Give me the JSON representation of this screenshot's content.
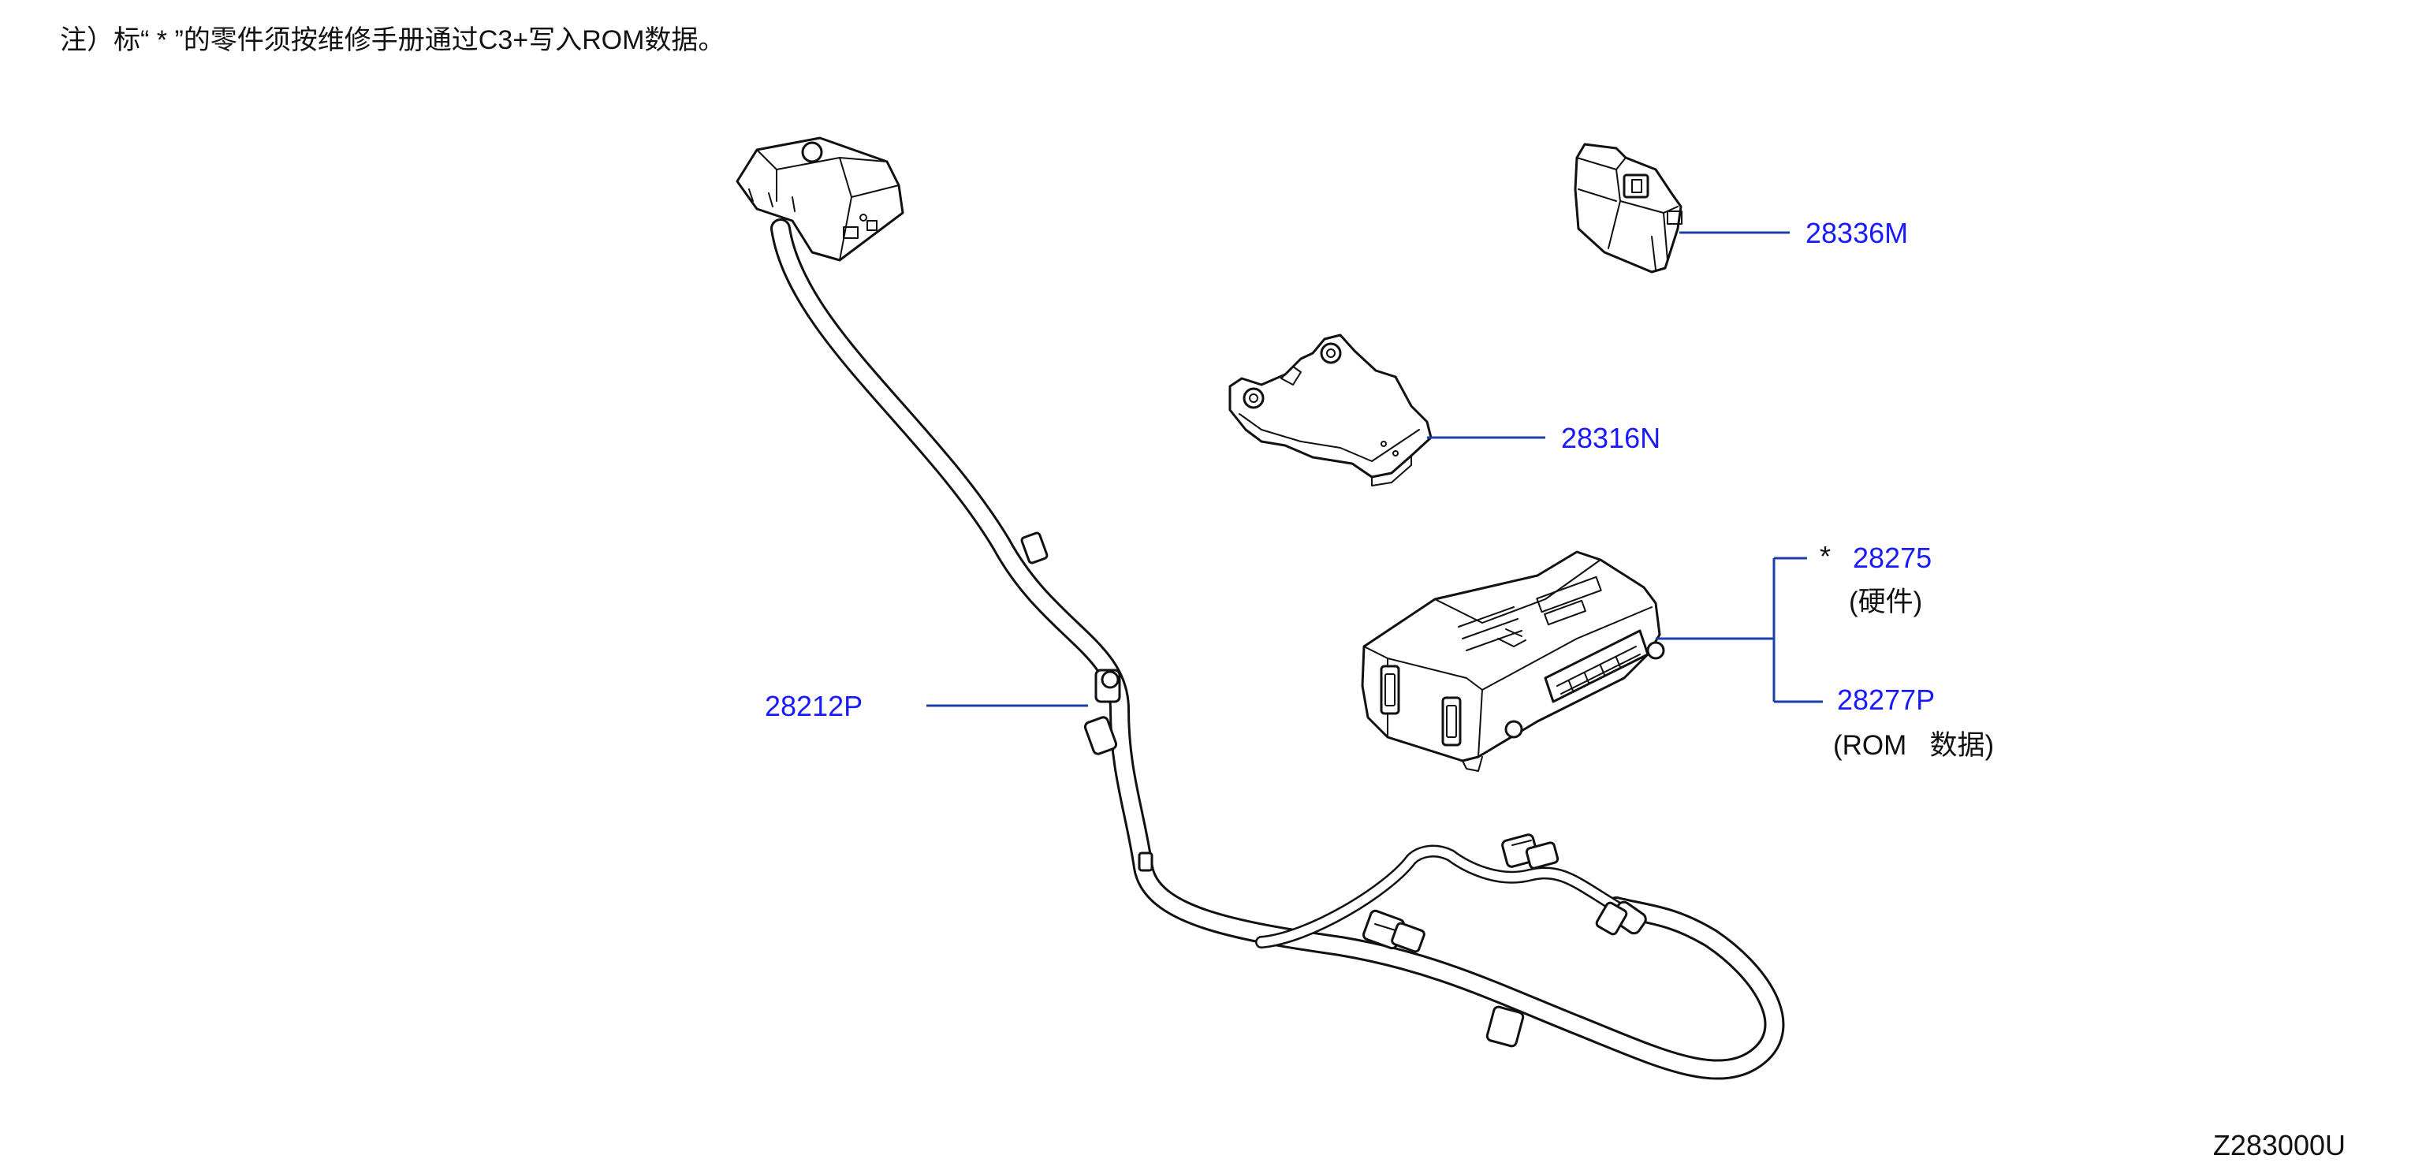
{
  "note": "注）标“ * ”的零件须按维修手册通过C3+写入ROM数据。",
  "diagram_code": "Z283000U",
  "colors": {
    "callout": "#1a1aff",
    "leader": "#1f3fa8",
    "line": "#111111"
  },
  "parts": [
    {
      "id": "module_switch",
      "number": "28336M"
    },
    {
      "id": "bracket",
      "number": "28316N"
    },
    {
      "id": "control_unit_hw",
      "marker": "*",
      "number": "28275",
      "sub": "(硬件)"
    },
    {
      "id": "control_unit_rom",
      "number": "28277P",
      "sub": "(ROM   数据)"
    },
    {
      "id": "harness",
      "number": "28212P"
    }
  ]
}
